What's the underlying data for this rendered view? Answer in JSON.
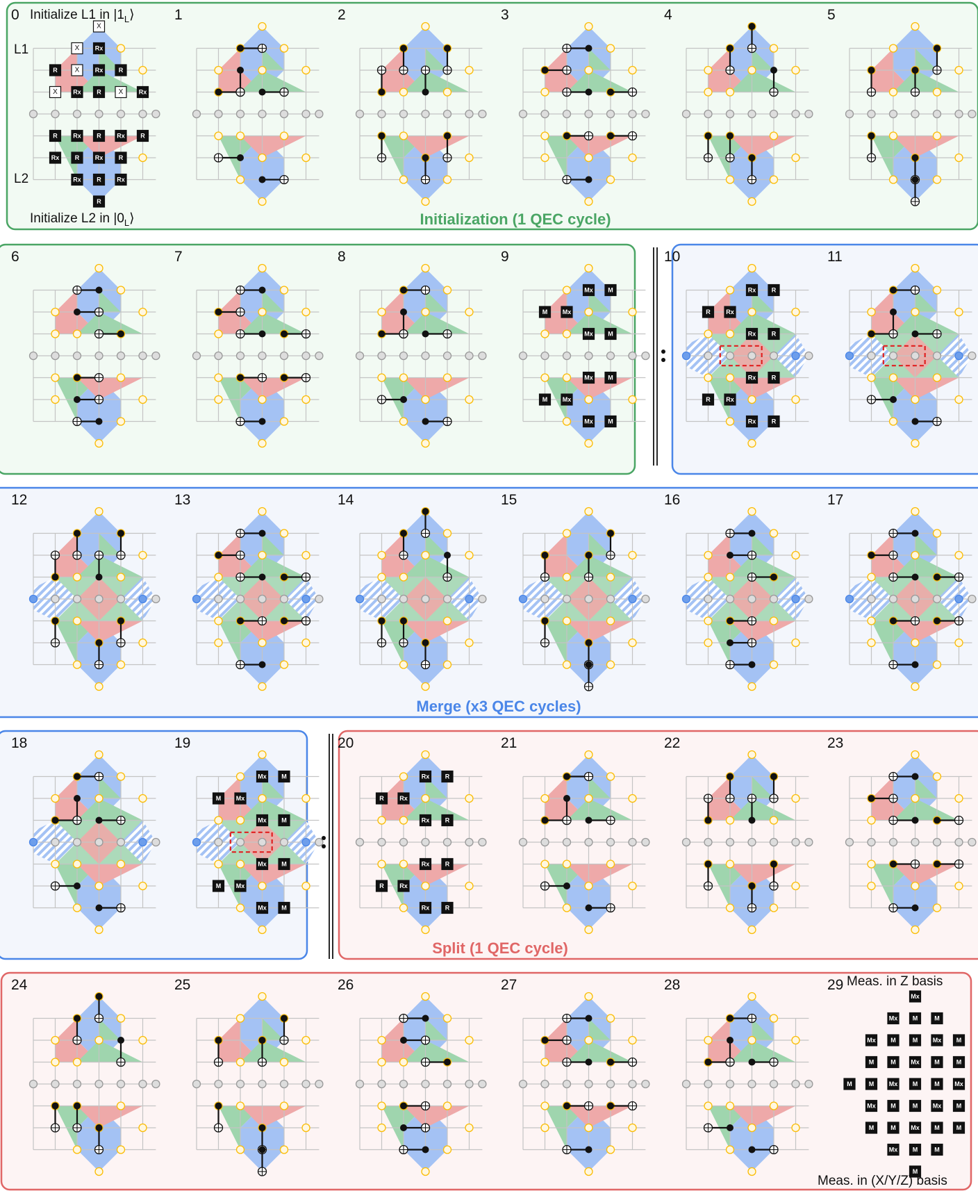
{
  "colors": {
    "green": "#4aa564",
    "blue": "#4a86e8",
    "red": "#e06666",
    "green_bg": "#f2faf3",
    "blue_bg": "#f3f6fc",
    "red_bg": "#fdf4f4",
    "face_blue": "#a4c2f4",
    "face_red": "#eea9a9",
    "face_green": "#9fd5ae",
    "data_qubit": "#fbbc04",
    "idle_qubit": "#bdbdbd",
    "line": "#c4c4c4"
  },
  "text": {
    "init_l1": "Initialize L1 in |1",
    "init_l1_sub": "L",
    "init_l1_end": "⟩",
    "init_l2": "Initialize L2 in |0",
    "init_l2_sub": "L",
    "init_l2_end": "⟩",
    "label_l1": "L1",
    "label_l2": "L2",
    "meas_z": "Meas. in Z basis",
    "meas_xyz": "Meas. in (X/Y/Z) basis"
  },
  "sections": {
    "init": "Initialization (1 QEC cycle)",
    "merge": "Merge (x3 QEC cycles)",
    "split": "Split (1 QEC cycle)"
  },
  "steps": [
    {
      "n": "0",
      "kind": "init0"
    },
    {
      "n": "1",
      "kind": "cnot",
      "variant": 0
    },
    {
      "n": "2",
      "kind": "cnot",
      "variant": 1
    },
    {
      "n": "3",
      "kind": "cnot",
      "variant": 2
    },
    {
      "n": "4",
      "kind": "cnot",
      "variant": 3
    },
    {
      "n": "5",
      "kind": "cnot",
      "variant": 4
    },
    {
      "n": "6",
      "kind": "cnot",
      "variant": 5
    },
    {
      "n": "7",
      "kind": "cnot",
      "variant": 2
    },
    {
      "n": "8",
      "kind": "cnot",
      "variant": 0
    },
    {
      "n": "9",
      "kind": "measure"
    },
    {
      "n": "10",
      "kind": "reset",
      "merged": true
    },
    {
      "n": "11",
      "kind": "cnot",
      "variant": 0,
      "merged": true
    },
    {
      "n": "12",
      "kind": "cnot",
      "variant": 1,
      "merged": true
    },
    {
      "n": "13",
      "kind": "cnot",
      "variant": 2,
      "merged": true
    },
    {
      "n": "14",
      "kind": "cnot",
      "variant": 3,
      "merged": true
    },
    {
      "n": "15",
      "kind": "cnot",
      "variant": 4,
      "merged": true
    },
    {
      "n": "16",
      "kind": "cnot",
      "variant": 5,
      "merged": true
    },
    {
      "n": "17",
      "kind": "cnot",
      "variant": 2,
      "merged": true
    },
    {
      "n": "18",
      "kind": "cnot",
      "variant": 0,
      "merged": true
    },
    {
      "n": "19",
      "kind": "measure",
      "merged": true
    },
    {
      "n": "20",
      "kind": "reset"
    },
    {
      "n": "21",
      "kind": "cnot",
      "variant": 0
    },
    {
      "n": "22",
      "kind": "cnot",
      "variant": 1
    },
    {
      "n": "23",
      "kind": "cnot",
      "variant": 2
    },
    {
      "n": "24",
      "kind": "cnot",
      "variant": 3
    },
    {
      "n": "25",
      "kind": "cnot",
      "variant": 4
    },
    {
      "n": "26",
      "kind": "cnot",
      "variant": 5
    },
    {
      "n": "27",
      "kind": "cnot",
      "variant": 2
    },
    {
      "n": "28",
      "kind": "cnot",
      "variant": 0
    },
    {
      "n": "29",
      "kind": "final"
    }
  ],
  "gates": {
    "reset": "R",
    "reset_x": "Rx",
    "measure": "M",
    "measure_x": "Mx",
    "x_gate": "X"
  }
}
